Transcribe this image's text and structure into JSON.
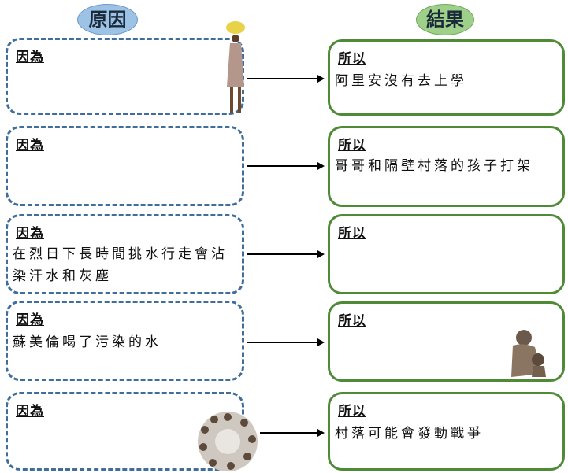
{
  "headers": {
    "cause": "原因",
    "result": "結果"
  },
  "rows": [
    {
      "cause_label": "因為",
      "cause_text": "",
      "result_label": "所以",
      "result_text": "阿里安沒有去上學"
    },
    {
      "cause_label": "因為",
      "cause_text": "",
      "result_label": "所以",
      "result_text": "哥哥和隔壁村落的孩子打架"
    },
    {
      "cause_label": "因為",
      "cause_text": "在烈日下長時間挑水行走會沾染汗水和灰塵",
      "result_label": "所以",
      "result_text": ""
    },
    {
      "cause_label": "因為",
      "cause_text": "蘇美倫喝了污染的水",
      "result_label": "所以",
      "result_text": ""
    },
    {
      "cause_label": "因為",
      "cause_text": "",
      "result_label": "所以",
      "result_text": "村落可能會發動戰爭"
    }
  ]
}
